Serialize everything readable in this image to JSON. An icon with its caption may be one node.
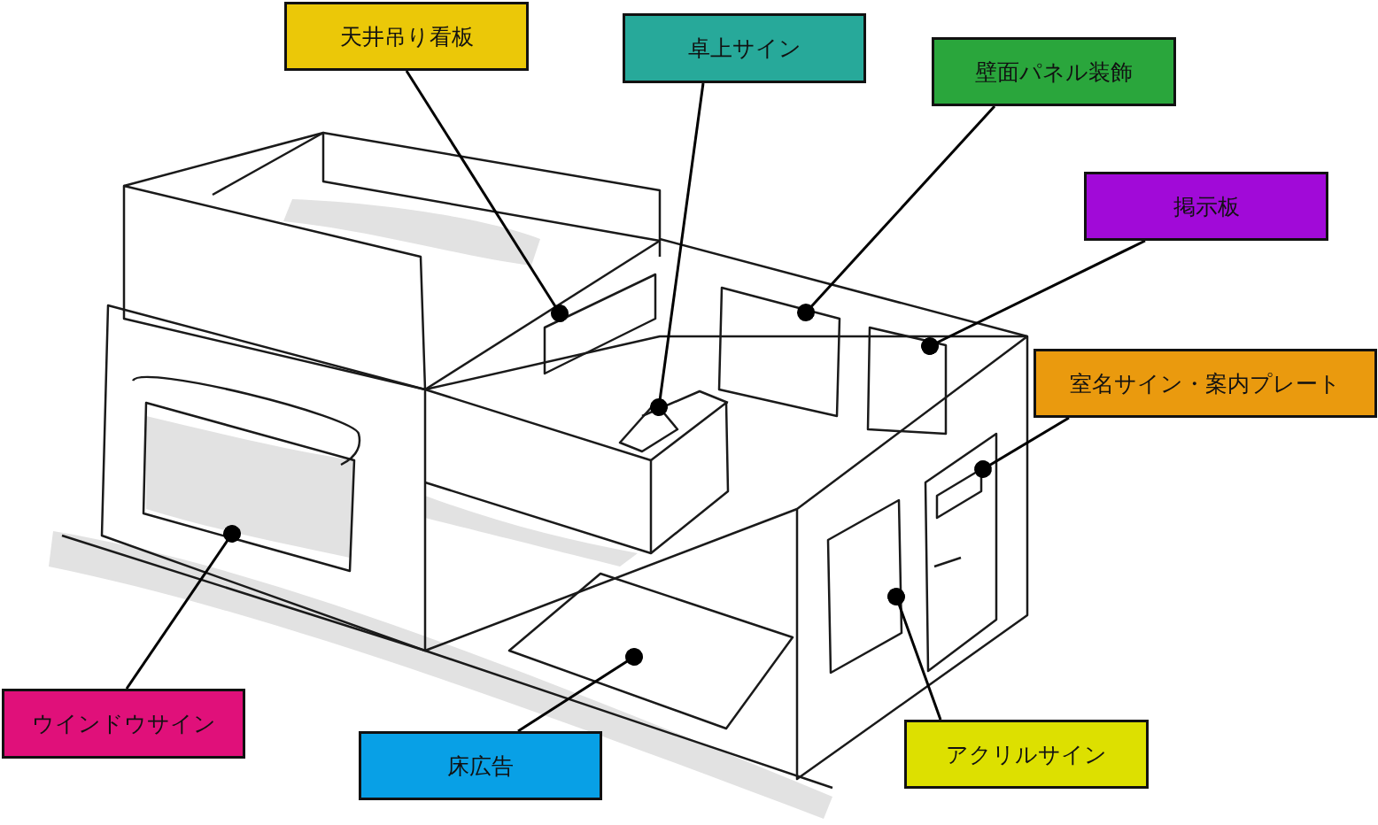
{
  "diagram": {
    "nodes": [
      {
        "text": [
          "天井吊り看板"
        ]
      },
      {
        "text": [
          "卓上サイン"
        ]
      },
      {
        "text": [
          "壁面パネル装飾"
        ]
      },
      {
        "text": [
          "掲示板"
        ]
      },
      {
        "text": [
          "室名サイン・案内プレート"
        ]
      },
      {
        "text": [
          "ウインドウサイン"
        ]
      },
      {
        "text": [
          "床広告"
        ]
      },
      {
        "text": [
          "アクリルサイン"
        ]
      }
    ],
    "edges": [
      {
        "from": 0,
        "to": null,
        "arrow": "other"
      },
      {
        "from": 1,
        "to": null,
        "arrow": "other"
      },
      {
        "from": 2,
        "to": null,
        "arrow": "other"
      },
      {
        "from": 3,
        "to": null,
        "arrow": "other"
      },
      {
        "from": 4,
        "to": null,
        "arrow": "other"
      },
      {
        "from": 5,
        "to": null,
        "arrow": "other"
      },
      {
        "from": 6,
        "to": null,
        "arrow": "other"
      },
      {
        "from": 7,
        "to": null,
        "arrow": "other"
      }
    ]
  }
}
